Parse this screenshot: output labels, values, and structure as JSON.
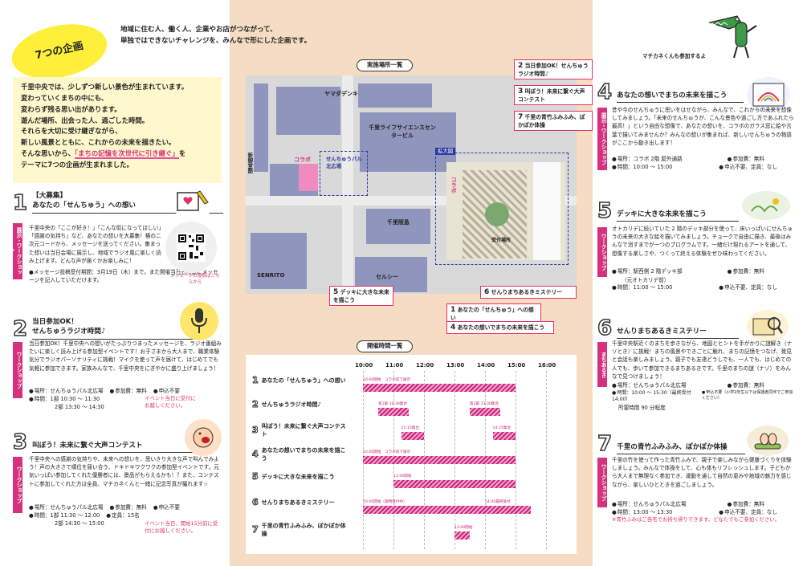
{
  "header": {
    "badge": "7つの企画",
    "line1": "地域に住む人、働く人、企業やお店がつながって、",
    "line2": "単独ではできないチャレンジを、みんなで形にした企画です。"
  },
  "intro": {
    "line1": "千里中央では、少しずつ新しい景色が生まれています。",
    "line2": "変わっていくまちの中にも、",
    "line3": "変わらず残る思い出があります。",
    "line4": "遊んだ場所、出会った人、過ごした時間。",
    "line5": "それらを大切に受け継ぎながら、",
    "line6": "新しい風景とともに、これからの未来を描きたい。",
    "line7a": "そんな思いから、",
    "highlight": "「まちの記憶を次世代に引き継ぐ」",
    "line7b": "を",
    "line8": "テーマに7つの企画が生まれました。"
  },
  "mascot": {
    "caption": "マチカネくんも参加するよ"
  },
  "sections": {
    "s1": {
      "num": "1",
      "tag": "展示・ワークショップ",
      "title1": "【大募集】",
      "title2": "あなたの「せんちゅう」への想い",
      "body": "千里中央の「ここが好き！」「こんな街になってほしい」「感謝の気持ち」など、あなたの想いを大募集！横の二次元コードから、メッセージを送ってください。集まった想いは当日会場に展示し、地域でラジオ風に楽しく読み上げます。どんな声が届くかお楽しみに！",
      "note": "●メッセージ投稿受付期間：3月19日（木）まで。また開催当日も用紙にメッセージを記入していただけます。",
      "qr_caption": "メッセージの投稿はこちらから"
    },
    "s2": {
      "num": "2",
      "tag": "ワークショップ",
      "title1": "当日参加OK！",
      "title2": "せんちゅうラジオ時間♪",
      "body": "当日参加OK！千里中央への想いがたっぷりつまったメッセージを、ラジオ番組みたいに楽しく読み上げる参加型イベントです！お子さまから大人まで、職業体験気分でラジオパーソナリティに挑戦！マイクを使って声を届けて、はじめてでも気軽に参加できます。家族みんなで、千里中央をにぎやかに盛り上げましょう！",
      "place": "場所：せんちゅうパル北広場",
      "fee": "参加費：無料",
      "apply": "申込不要",
      "time1": "時間：1部 10:30 〜 11:30",
      "time2": "2部 13:30 〜 14:30",
      "note": "イベント当日に受付にお越しください。"
    },
    "s3": {
      "num": "3",
      "tag": "ワークショップ",
      "title": "叫ぼう！未来に繋ぐ大声コンテスト",
      "body": "千里中央への感謝の気持ちや、未来への想いを、思いきり大きな声で叫んでみよう！声の大きさで順位を競い合う、ドキドキワクワクの参加型イベントです。元気いっぱい参加してくれた優勝者には、景品がもらえるかも！？また、コンテストに参加してくれた方は全員、マチカネくんと一緒に記念写真が撮れます☆",
      "place": "場所：せんちゅうパル北広場",
      "fee": "参加費：無料",
      "apply": "申込不要",
      "time1": "時間：1部 11:30 〜 12:00",
      "cap": "定員：15名",
      "time2": "2部 14:30 〜 15:00",
      "note": "イベント当日、開始15分前に受付にお越しください。"
    },
    "s4": {
      "num": "4",
      "tag": "展示・ワークショップ",
      "title": "あなたの想いでまちの未来を描こう",
      "body": "昔や今のせんちゅうに思いをはせながら、みんなで、これからの未来を想像してみましょう。「未来のせんちゅうが、こんな景色や過ごし方であふれたら最高！」という自由な想像で、あなたの想いを、コラボのガラス窓に絵や言葉で描いてみませんか？みんなの想いが集まれば、新しいせんちゅうの物語がここから動き出します！",
      "place": "場所：コラボ 2階 屋外通路",
      "fee": "参加費：無料",
      "time": "時間：10:00 〜 15:00",
      "apply": "申込不要、定員：なし"
    },
    "s5": {
      "num": "5",
      "tag": "ワークショップ",
      "title": "デッキに大きな未来を描こう",
      "body": "オトカリデに続いていた 2 階のデッキ部分を使って、床いっぱいにせんちゅうの未来の大きな絵を描いてみましょう。チョークで自由に描き、最後はみんなで消すまでが一つのプログラムです。一緒だけ現れるアートを通して、想像する楽しさや、つくって終える体験をぜひ味わってください。",
      "place": "場所：駅西側 2 階デッキ部",
      "place2": "（元オトカリデ前）",
      "fee": "参加費：無料",
      "time": "時間：11:00 〜 15:00",
      "apply": "申込不要、定員：なし"
    },
    "s6": {
      "num": "6",
      "tag": "まちあるき",
      "title": "せんりまちあるきミステリー",
      "body": "千里中央駅近くのまちを歩きながら、地図とヒントを手がかりに謎解き（ナゾとき）に挑戦！まちの風景やできごとに触れ、まちの記憶をつなげ、発見と会話も楽しみましょう。親子でも友達どうしでも、一人でも、はじめての人でも、歩いて参加できるまちあるきです。千里のまちの謎（ナゾ）をみんなで見つけましょう！",
      "place": "場所：せんちゅうパル北広場",
      "fee": "参加費：無料",
      "time": "時間：10:00 〜 15:30（最終受付 14:00）",
      "apply": "申込不要（小学2年生以下は保護者同伴でご参加ください）",
      "duration": "所要時間 90 分程度"
    },
    "s7": {
      "num": "7",
      "tag": "ワークショップ",
      "title": "千里の青竹ふみふみ、ぽかぽか体操",
      "body": "千里の竹を使って作った青竹ふみで、親子で楽しみながら健康づくりを体験しましょう。みんなで体操をして、心も体もリフレッシュします。子どもから大人まで無理なく参加でき、運動を通して自然の恵みや地域の魅力を感じながら、楽しいひとときを過ごしましょう。",
      "place": "場所：せんちゅうパル北広場",
      "fee": "参加費：無料",
      "time": "時間：13:00 〜 13:30",
      "apply": "申込不要、定員：なし",
      "note": "※青竹ふみはご自宅でお持ち帰りできます。どなたでもご参加ください。"
    }
  },
  "map": {
    "heading": "実施場所一覧",
    "labels": {
      "yamada": "ヤマダデンキ",
      "life": "千里ライフサイエンスセンタービル",
      "hankyu": "千里阪急",
      "senrito": "SENRITO",
      "selcy": "セルシー",
      "collabo": "コラボ",
      "collabo2": "コラボ",
      "palnorth": "せんちゅうパル北広場",
      "road": "新御堂筋",
      "zoom": "拡大図",
      "reception": "受付場所"
    },
    "callouts": {
      "c2": "当日参加OK！せんちゅうラジオ時間♪",
      "c3": "叫ぼう！未来に繋ぐ大声コンテスト",
      "c7": "千里の青竹ふみふみ、ぽかぽか体操",
      "c5": "デッキに大きな未来を描こう",
      "c6": "せんりまちあるきミステリー",
      "c1": "あなたの「せんちゅう」への想い",
      "c4": "あなたの想いでまちの未来を描こう"
    }
  },
  "schedule": {
    "heading": "開催時間一覧",
    "times": [
      "10:00",
      "11:00",
      "12:00",
      "13:00",
      "14:00",
      "15:00",
      "16:00"
    ],
    "rows": [
      {
        "n": "1",
        "label": "あなたの「せんちゅう」への想い"
      },
      {
        "n": "2",
        "label": "せんちゅうラジオ時間♪"
      },
      {
        "n": "3",
        "label": "叫ぼう！未来に繋ぐ大声コンテスト"
      },
      {
        "n": "4",
        "label": "あなたの想いでまちの未来を描こう"
      },
      {
        "n": "5",
        "label": "デッキに大きな未来を描こう"
      },
      {
        "n": "6",
        "label": "せんりまちあるきミステリー"
      },
      {
        "n": "7",
        "label": "千里の青竹ふみふみ、ぽかぽか体操"
      }
    ],
    "bar_labels": {
      "b1": "10:00開始　コラボ前で展示",
      "b2a": "第1部 10:30集合",
      "b2b": "第2部 13:30集合",
      "b3a": "11:15集合",
      "b3b": "14:15集合",
      "b4": "10:00開始　コラボ前で展示",
      "b5": "11:00開始",
      "b6a": "10:00開始（随時受付中）",
      "b6b": "14:00最終受付",
      "b7": "13:00開始"
    }
  },
  "colors": {
    "accent": "#d6317e",
    "yellow": "#ffef3a",
    "panel": "#f6dcc2",
    "building": "#8f95bc"
  }
}
